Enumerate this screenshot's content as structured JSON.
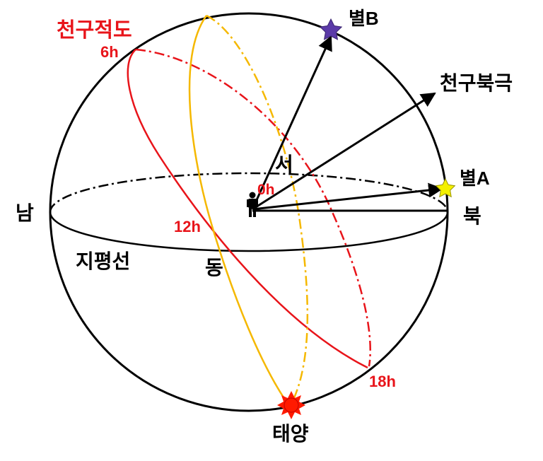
{
  "labels": {
    "celestial_equator": "천구적도",
    "hour_6": "6h",
    "hour_0": "0h",
    "hour_12": "12h",
    "hour_18": "18h",
    "star_b": "별B",
    "star_a": "별A",
    "celestial_north_pole": "천구북극",
    "south": "남",
    "north": "북",
    "west": "서",
    "east": "동",
    "horizon": "지평선",
    "sun": "태양"
  },
  "colors": {
    "equator": "#e8141a",
    "sun_path": "#f5b800",
    "star_b": "#5b3aa8",
    "star_a": "#f4f000",
    "sun": "#ff1a00",
    "outline": "#000000"
  },
  "icons": {
    "observer": "person-icon",
    "star_b": "star-icon",
    "star_a": "star-icon",
    "sun": "sun-icon"
  }
}
